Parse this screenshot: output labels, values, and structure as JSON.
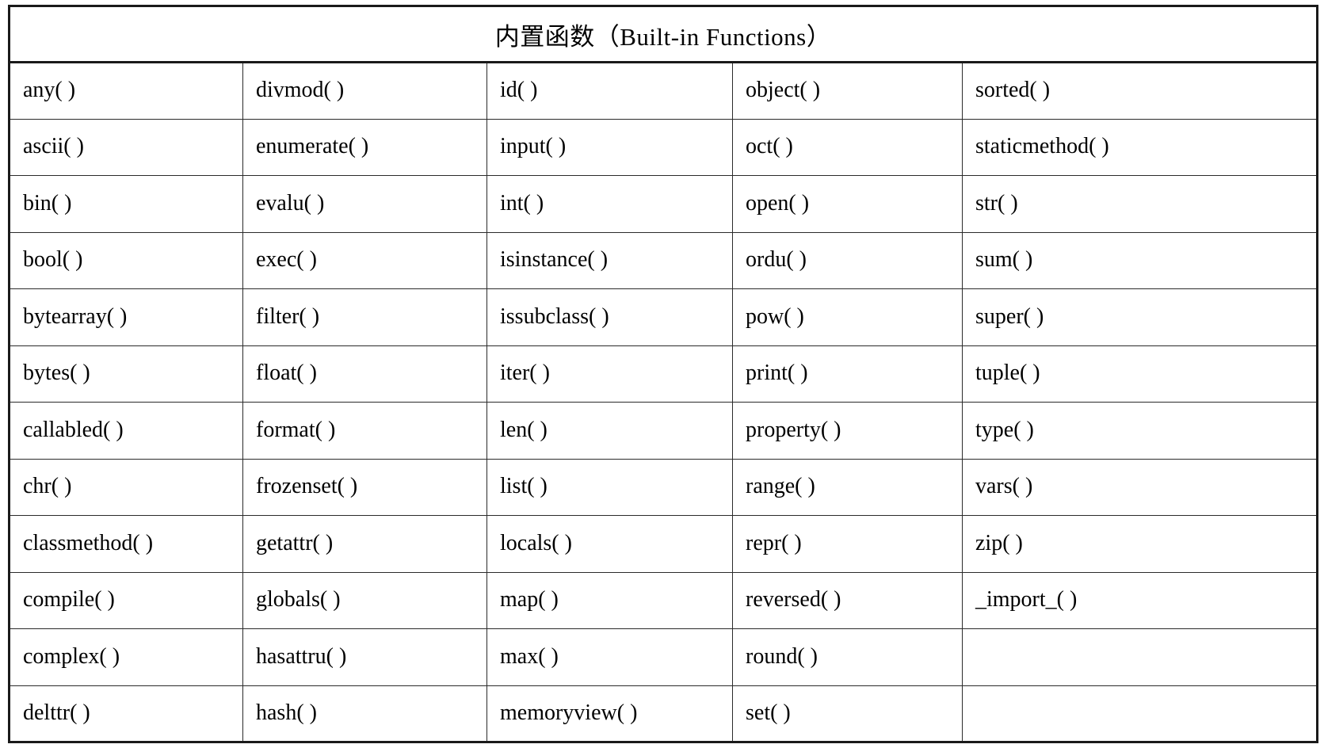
{
  "document": {
    "title": "内置函数（Built-in Functions）",
    "kind": "table"
  },
  "table": {
    "caption": "内置函数（Built-in Functions）",
    "column_count": 5,
    "row_count": 12,
    "rows": [
      [
        "any( )",
        "divmod( )",
        "id( )",
        "object( )",
        "sorted( )"
      ],
      [
        "ascii( )",
        "enumerate( )",
        "input( )",
        "oct( )",
        "staticmethod( )"
      ],
      [
        "bin( )",
        "evalu( )",
        "int( )",
        "open( )",
        "str( )"
      ],
      [
        "bool( )",
        "exec( )",
        "isinstance( )",
        "ordu( )",
        "sum( )"
      ],
      [
        "bytearray( )",
        "filter( )",
        "issubclass( )",
        "pow( )",
        "super( )"
      ],
      [
        "bytes( )",
        "float( )",
        "iter( )",
        "print( )",
        "tuple( )"
      ],
      [
        "callabled( )",
        "format( )",
        "len( )",
        "property( )",
        "type( )"
      ],
      [
        "chr( )",
        "frozenset( )",
        "list( )",
        "range( )",
        "vars( )"
      ],
      [
        "classmethod( )",
        "getattr( )",
        "locals( )",
        "repr( )",
        "zip( )"
      ],
      [
        "compile( )",
        "globals( )",
        "map( )",
        "reversed( )",
        "_import_( )"
      ],
      [
        "complex( )",
        "hasattru( )",
        "max( )",
        "round( )",
        ""
      ],
      [
        "delttr( )",
        "hash( )",
        "memoryview( )",
        "set( )",
        ""
      ]
    ]
  },
  "style": {
    "text_color": "#000000",
    "border_color": "#1a1a1a",
    "inner_border_color": "#2b2b2b",
    "background": "#ffffff"
  }
}
